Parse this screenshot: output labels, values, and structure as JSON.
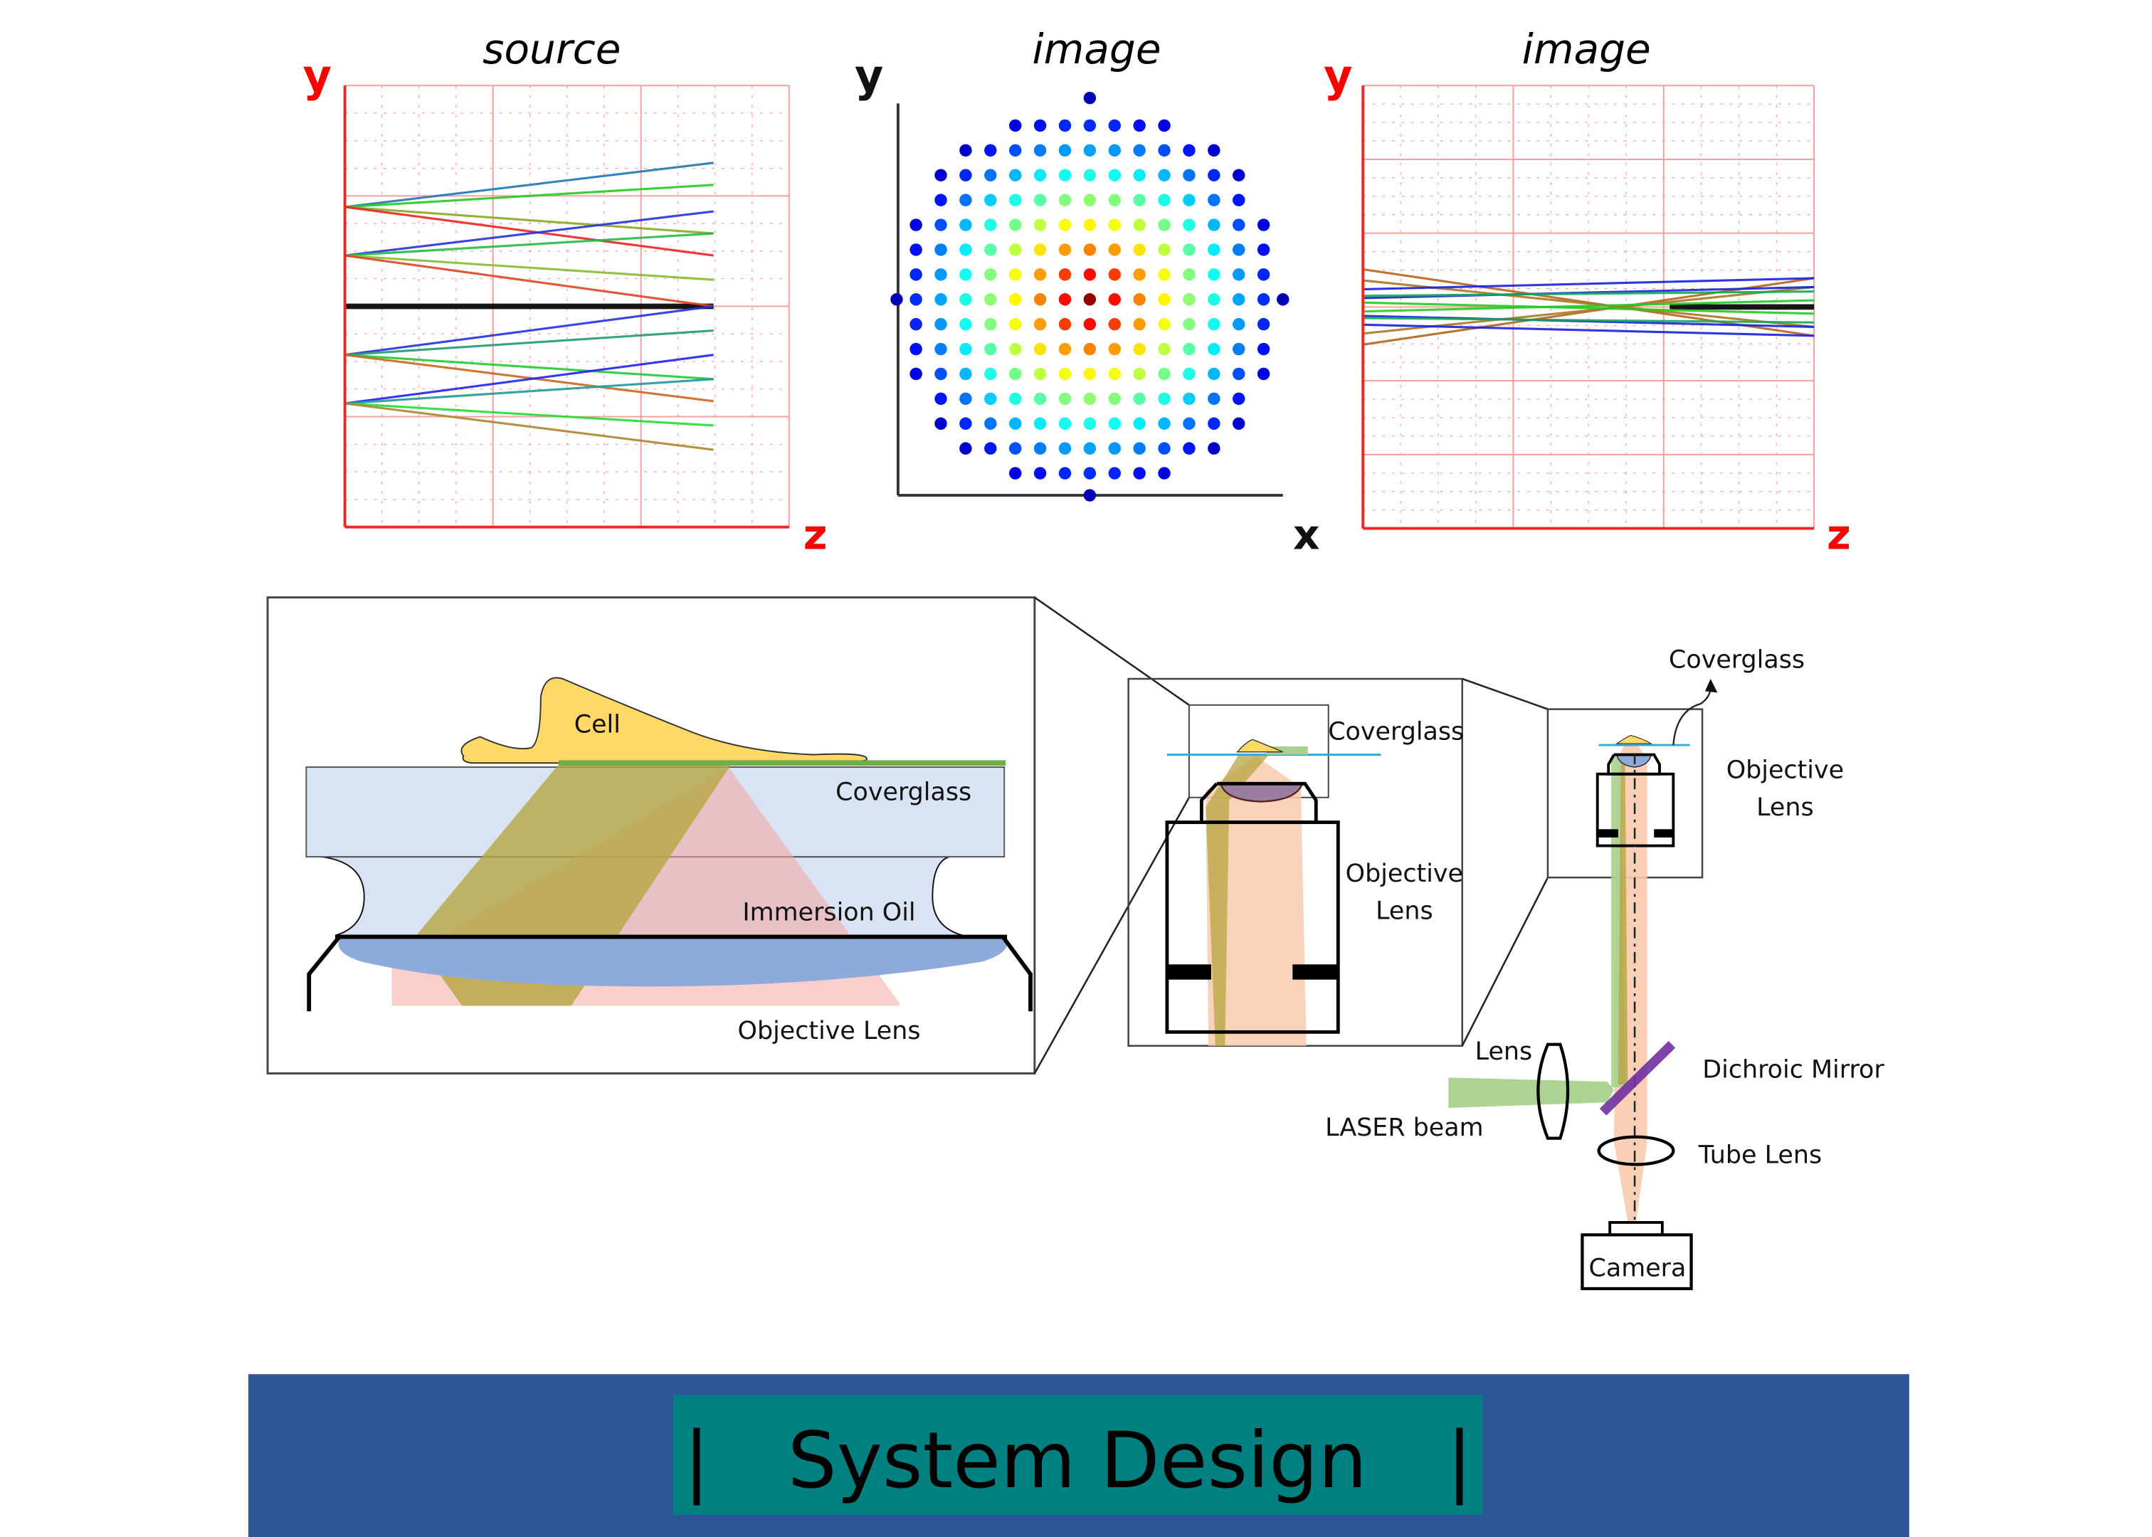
{
  "figure": {
    "panels": {
      "source_plot": {
        "title": "source",
        "y_label": "y",
        "z_label": "z",
        "axis_color": "#ff0000",
        "grid_color": "#ffb3b3"
      },
      "spot_plot": {
        "title": "image",
        "y_label": "y",
        "x_label": "x"
      },
      "image_plot": {
        "title": "image",
        "y_label": "y",
        "z_label": "z",
        "axis_color": "#ff0000"
      }
    },
    "inset_detail": {
      "cell_label": "Cell",
      "coverglass_label": "Coverglass",
      "immersion_oil_label": "Immersion Oil",
      "objective_lens_label": "Objective Lens"
    },
    "middle_view": {
      "coverglass_label": "Coverglass",
      "objective_lens_label_line1": "Objective",
      "objective_lens_label_line2": "Lens"
    },
    "system_view": {
      "coverglass_label": "Coverglass",
      "objective_lens_label_line1": "Objective",
      "objective_lens_label_line2": "Lens",
      "lens_label": "Lens",
      "laser_beam_label": "LASER beam",
      "dichroic_mirror_label": "Dichroic Mirror",
      "tube_lens_label": "Tube Lens",
      "camera_label": "Camera"
    },
    "colors": {
      "banner_blue": "#2e5597",
      "banner_teal": "#008080",
      "cell_yellow": "#ffd966",
      "coverglass_blue": "#dae3f3",
      "lens_blue": "#8eaadb",
      "emission_pink": "#f8cbad",
      "excitation_green": "#a9d18e",
      "mirror_purple": "#7030a0",
      "coverglass_line": "#1fb0e0"
    }
  },
  "banner": {
    "left_bar": "|",
    "title": "System Design",
    "right_bar": "|"
  },
  "chart_data": [
    {
      "type": "line",
      "title": "source",
      "xlabel": "z",
      "ylabel": "y",
      "grid": true,
      "xlim": [
        0,
        1
      ],
      "ylim": [
        -1,
        1
      ],
      "note": "Ray fans from four off-axis source points plus an on-axis chief ray (black)",
      "series": [
        {
          "name": "axis",
          "color": "#000000",
          "x": [
            0,
            0.83
          ],
          "y": [
            0,
            0
          ]
        },
        {
          "name": "r1a",
          "color": "#1f77b4",
          "x": [
            0,
            0.83
          ],
          "y": [
            0.45,
            0.65
          ]
        },
        {
          "name": "r1b",
          "color": "#22cc22",
          "x": [
            0,
            0.83
          ],
          "y": [
            0.45,
            0.55
          ]
        },
        {
          "name": "r1c",
          "color": "#88aa22",
          "x": [
            0,
            0.83
          ],
          "y": [
            0.45,
            0.33
          ]
        },
        {
          "name": "r1d",
          "color": "#ee2222",
          "x": [
            0,
            0.83
          ],
          "y": [
            0.45,
            0.23
          ]
        },
        {
          "name": "r2a",
          "color": "#2233dd",
          "x": [
            0,
            0.83
          ],
          "y": [
            0.23,
            0.43
          ]
        },
        {
          "name": "r2b",
          "color": "#22bb44",
          "x": [
            0,
            0.83
          ],
          "y": [
            0.23,
            0.33
          ]
        },
        {
          "name": "r2c",
          "color": "#88bb33",
          "x": [
            0,
            0.83
          ],
          "y": [
            0.23,
            0.12
          ]
        },
        {
          "name": "r2d",
          "color": "#dd4422",
          "x": [
            0,
            0.83
          ],
          "y": [
            0.23,
            0.0
          ]
        },
        {
          "name": "r3a",
          "color": "#2233dd",
          "x": [
            0,
            0.83
          ],
          "y": [
            -0.22,
            0.0
          ]
        },
        {
          "name": "r3b",
          "color": "#229977",
          "x": [
            0,
            0.83
          ],
          "y": [
            -0.22,
            -0.11
          ]
        },
        {
          "name": "r3c",
          "color": "#22cc33",
          "x": [
            0,
            0.83
          ],
          "y": [
            -0.22,
            -0.33
          ]
        },
        {
          "name": "r3d",
          "color": "#cc6622",
          "x": [
            0,
            0.83
          ],
          "y": [
            -0.22,
            -0.43
          ]
        },
        {
          "name": "r4a",
          "color": "#2222ee",
          "x": [
            0,
            0.83
          ],
          "y": [
            -0.44,
            -0.22
          ]
        },
        {
          "name": "r4b",
          "color": "#229999",
          "x": [
            0,
            0.83
          ],
          "y": [
            -0.44,
            -0.33
          ]
        },
        {
          "name": "r4c",
          "color": "#22dd33",
          "x": [
            0,
            0.83
          ],
          "y": [
            -0.44,
            -0.54
          ]
        },
        {
          "name": "r4d",
          "color": "#aa8833",
          "x": [
            0,
            0.83
          ],
          "y": [
            -0.44,
            -0.65
          ]
        }
      ]
    },
    {
      "type": "scatter",
      "title": "image",
      "xlabel": "x",
      "ylabel": "y",
      "grid": false,
      "note": "Spot diagram: circular grid of points colored by intensity (jet colormap), max at center",
      "row_counts": [
        1,
        7,
        11,
        13,
        13,
        15,
        15,
        15,
        17,
        15,
        15,
        15,
        13,
        13,
        11,
        7,
        1
      ],
      "colormap": "jet",
      "intensity": "radial, 1.0 at center to 0.0 at edge"
    },
    {
      "type": "line",
      "title": "image",
      "xlabel": "z",
      "ylabel": "y",
      "grid": true,
      "xlim": [
        0,
        1
      ],
      "ylim": [
        -1,
        1
      ],
      "note": "Converging ray bundle near focus",
      "series": [
        {
          "name": "axis",
          "color": "#000000",
          "x": [
            0.68,
            1
          ],
          "y": [
            0,
            0
          ]
        },
        {
          "name": "b1",
          "color": "#b5651d",
          "x": [
            0,
            1
          ],
          "y": [
            0.17,
            -0.13
          ]
        },
        {
          "name": "b2",
          "color": "#b5651d",
          "x": [
            0,
            1
          ],
          "y": [
            -0.17,
            0.13
          ]
        },
        {
          "name": "b3",
          "color": "#aa7722",
          "x": [
            0,
            1
          ],
          "y": [
            0.12,
            -0.09
          ]
        },
        {
          "name": "b4",
          "color": "#aa7722",
          "x": [
            0,
            1
          ],
          "y": [
            -0.12,
            0.09
          ]
        },
        {
          "name": "u1",
          "color": "#1a22dd",
          "x": [
            0,
            1
          ],
          "y": [
            0.08,
            0.13
          ]
        },
        {
          "name": "u2",
          "color": "#1a22dd",
          "x": [
            0,
            1
          ],
          "y": [
            -0.08,
            -0.13
          ]
        },
        {
          "name": "u3",
          "color": "#1a22dd",
          "x": [
            0,
            1
          ],
          "y": [
            0.04,
            0.09
          ]
        },
        {
          "name": "u4",
          "color": "#1a22dd",
          "x": [
            0,
            1
          ],
          "y": [
            -0.04,
            -0.09
          ]
        },
        {
          "name": "g1",
          "color": "#11aa55",
          "x": [
            0,
            1
          ],
          "y": [
            0.05,
            0.07
          ]
        },
        {
          "name": "g2",
          "color": "#11aa55",
          "x": [
            0,
            1
          ],
          "y": [
            -0.05,
            -0.07
          ]
        },
        {
          "name": "g3",
          "color": "#22cc22",
          "x": [
            0,
            1
          ],
          "y": [
            0.02,
            -0.03
          ]
        },
        {
          "name": "g4",
          "color": "#22cc22",
          "x": [
            0,
            1
          ],
          "y": [
            -0.02,
            0.03
          ]
        }
      ]
    }
  ]
}
